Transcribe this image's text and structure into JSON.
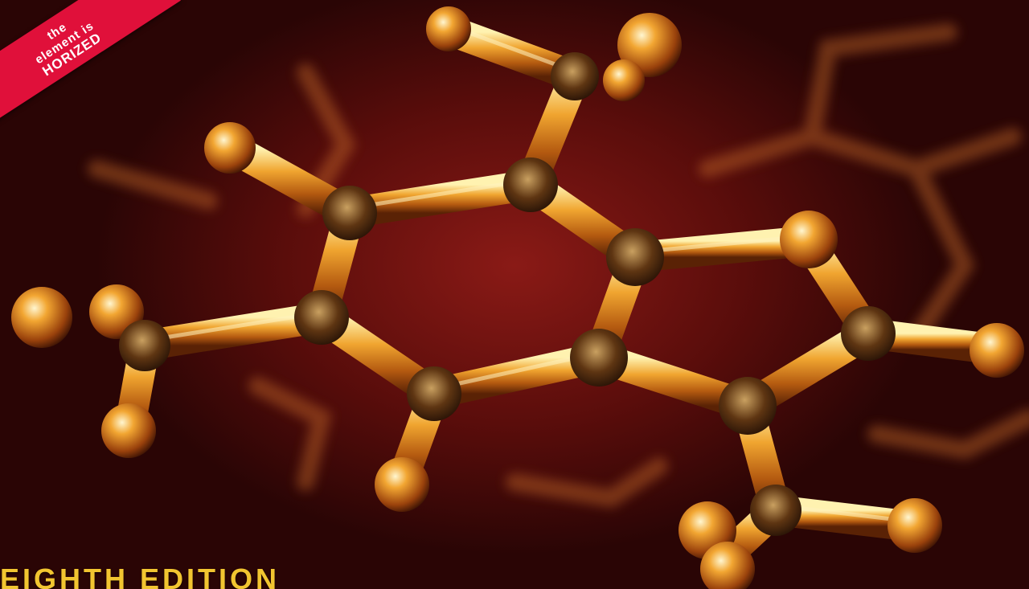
{
  "banner": {
    "line1": "the",
    "line2": "element is",
    "line3": "HORIZED"
  },
  "cover": {
    "edition_label": "EIGHTH EDITION"
  },
  "colors": {
    "background": "#5a0d0b",
    "bond": "#e39a22",
    "atom": "#c46a1a",
    "banner": "#e0103a",
    "edition_text": "#f2c530"
  },
  "image": {
    "subject": "molecule-model"
  }
}
